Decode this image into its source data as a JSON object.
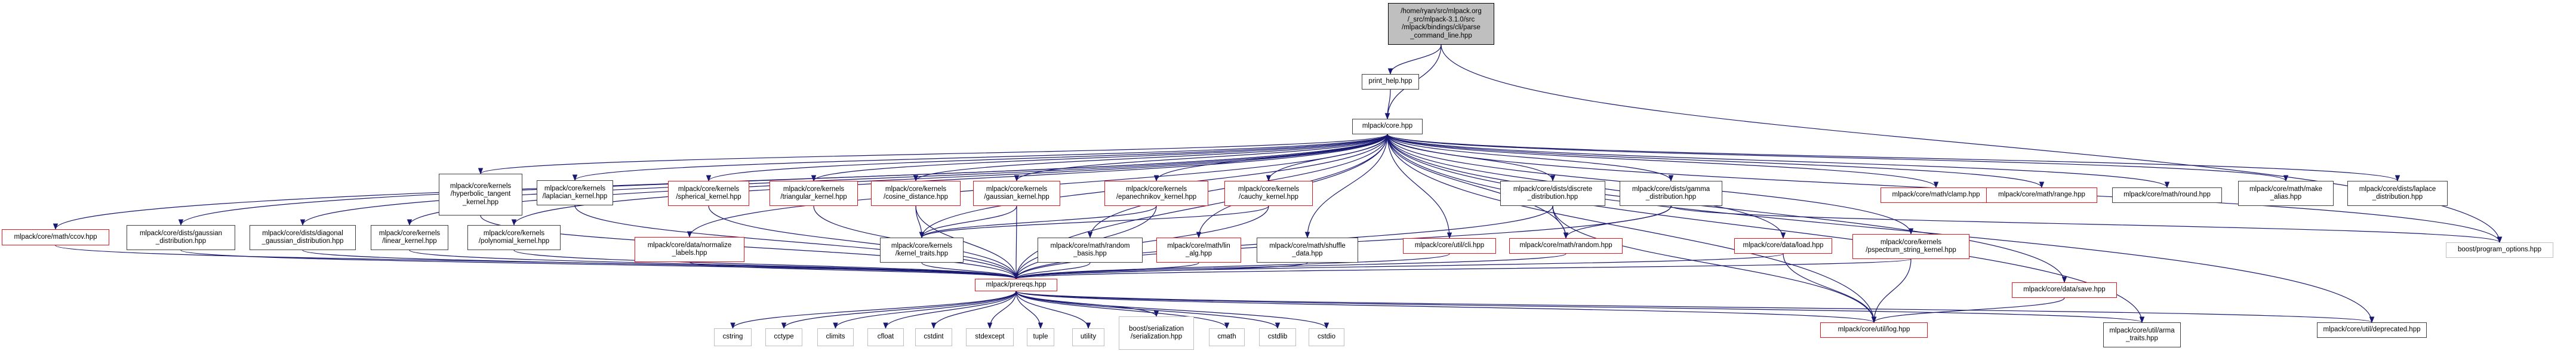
{
  "diagram": {
    "type": "include-dependency-graph",
    "edge_color": "#191970",
    "colors": {
      "root_fill": "#bfbfbf",
      "documented_border": "#404040",
      "undocumented_border": "#e0181c",
      "external_border": "#bfbfbf"
    },
    "nodes": [
      {
        "id": "root",
        "label": "/home/ryan/src/mlpack.org\n/_src/mlpack-3.1.0/src\n/mlpack/bindings/cli/parse\n_command_line.hpp",
        "kind": "root"
      },
      {
        "id": "print_help",
        "label": "print_help.hpp",
        "kind": "doc"
      },
      {
        "id": "core",
        "label": "mlpack/core.hpp",
        "kind": "doc"
      },
      {
        "id": "ccov",
        "label": "mlpack/core/math/ccov.hpp",
        "kind": "red"
      },
      {
        "id": "gauss_dist",
        "label": "mlpack/core/dists/gaussian\n_distribution.hpp",
        "kind": "doc"
      },
      {
        "id": "diag_gauss",
        "label": "mlpack/core/dists/diagonal\n_gaussian_distribution.hpp",
        "kind": "doc"
      },
      {
        "id": "linear_k",
        "label": "mlpack/core/kernels\n/linear_kernel.hpp",
        "kind": "doc"
      },
      {
        "id": "hyper_k",
        "label": "mlpack/core/kernels\n/hyperbolic_tangent\n_kernel.hpp",
        "kind": "doc"
      },
      {
        "id": "poly_k",
        "label": "mlpack/core/kernels\n/polynomial_kernel.hpp",
        "kind": "doc"
      },
      {
        "id": "lap_k",
        "label": "mlpack/core/kernels\n/laplacian_kernel.hpp",
        "kind": "doc"
      },
      {
        "id": "normlab",
        "label": "mlpack/core/data/normalize\n_labels.hpp",
        "kind": "red"
      },
      {
        "id": "sph_k",
        "label": "mlpack/core/kernels\n/spherical_kernel.hpp",
        "kind": "red"
      },
      {
        "id": "tri_k",
        "label": "mlpack/core/kernels\n/triangular_kernel.hpp",
        "kind": "red"
      },
      {
        "id": "cosd",
        "label": "mlpack/core/kernels\n/cosine_distance.hpp",
        "kind": "red"
      },
      {
        "id": "gauss_k",
        "label": "mlpack/core/kernels\n/gaussian_kernel.hpp",
        "kind": "red"
      },
      {
        "id": "ktraits",
        "label": "mlpack/core/kernels\n/kernel_traits.hpp",
        "kind": "doc"
      },
      {
        "id": "epan_k",
        "label": "mlpack/core/kernels\n/epanechnikov_kernel.hpp",
        "kind": "red"
      },
      {
        "id": "cauchy_k",
        "label": "mlpack/core/kernels\n/cauchy_kernel.hpp",
        "kind": "red"
      },
      {
        "id": "rbasis",
        "label": "mlpack/core/math/random\n_basis.hpp",
        "kind": "doc"
      },
      {
        "id": "linalg",
        "label": "mlpack/core/math/lin\n_alg.hpp",
        "kind": "red"
      },
      {
        "id": "shuffle",
        "label": "mlpack/core/math/shuffle\n_data.hpp",
        "kind": "doc"
      },
      {
        "id": "cli",
        "label": "mlpack/core/util/cli.hpp",
        "kind": "red"
      },
      {
        "id": "discrete",
        "label": "mlpack/core/dists/discrete\n_distribution.hpp",
        "kind": "doc"
      },
      {
        "id": "gamma",
        "label": "mlpack/core/dists/gamma\n_distribution.hpp",
        "kind": "doc"
      },
      {
        "id": "random",
        "label": "mlpack/core/math/random.hpp",
        "kind": "red"
      },
      {
        "id": "load",
        "label": "mlpack/core/data/load.hpp",
        "kind": "red"
      },
      {
        "id": "pspec",
        "label": "mlpack/core/kernels\n/pspectrum_string_kernel.hpp",
        "kind": "red"
      },
      {
        "id": "save",
        "label": "mlpack/core/data/save.hpp",
        "kind": "red"
      },
      {
        "id": "clamp",
        "label": "mlpack/core/math/clamp.hpp",
        "kind": "red"
      },
      {
        "id": "range",
        "label": "mlpack/core/math/range.hpp",
        "kind": "red"
      },
      {
        "id": "round",
        "label": "mlpack/core/math/round.hpp",
        "kind": "doc"
      },
      {
        "id": "makealias",
        "label": "mlpack/core/math/make\n_alias.hpp",
        "kind": "doc"
      },
      {
        "id": "laplace",
        "label": "mlpack/core/dists/laplace\n_distribution.hpp",
        "kind": "doc"
      },
      {
        "id": "progopts",
        "label": "boost/program_options.hpp",
        "kind": "gray"
      },
      {
        "id": "prereqs",
        "label": "mlpack/prereqs.hpp",
        "kind": "red"
      },
      {
        "id": "cstring",
        "label": "cstring",
        "kind": "gray"
      },
      {
        "id": "cctype",
        "label": "cctype",
        "kind": "gray"
      },
      {
        "id": "climits",
        "label": "climits",
        "kind": "gray"
      },
      {
        "id": "cfloat",
        "label": "cfloat",
        "kind": "gray"
      },
      {
        "id": "cstdint",
        "label": "cstdint",
        "kind": "gray"
      },
      {
        "id": "stdexcept",
        "label": "stdexcept",
        "kind": "gray"
      },
      {
        "id": "tuple",
        "label": "tuple",
        "kind": "gray"
      },
      {
        "id": "utility",
        "label": "utility",
        "kind": "gray"
      },
      {
        "id": "bser",
        "label": "boost/serialization\n/serialization.hpp",
        "kind": "gray"
      },
      {
        "id": "cmath",
        "label": "cmath",
        "kind": "gray"
      },
      {
        "id": "cstdlib",
        "label": "cstdlib",
        "kind": "gray"
      },
      {
        "id": "cstdio",
        "label": "cstdio",
        "kind": "gray"
      },
      {
        "id": "log",
        "label": "mlpack/core/util/log.hpp",
        "kind": "red"
      },
      {
        "id": "armatraits",
        "label": "mlpack/core/util/arma\n_traits.hpp",
        "kind": "doc"
      },
      {
        "id": "deprecated",
        "label": "mlpack/core/util/deprecated.hpp",
        "kind": "doc"
      }
    ],
    "edges": [
      [
        "root",
        "print_help"
      ],
      [
        "root",
        "core"
      ],
      [
        "root",
        "progopts"
      ],
      [
        "print_help",
        "core"
      ],
      [
        "core",
        "ccov"
      ],
      [
        "core",
        "gauss_dist"
      ],
      [
        "core",
        "diag_gauss"
      ],
      [
        "core",
        "linear_k"
      ],
      [
        "core",
        "hyper_k"
      ],
      [
        "core",
        "poly_k"
      ],
      [
        "core",
        "lap_k"
      ],
      [
        "core",
        "normlab"
      ],
      [
        "core",
        "sph_k"
      ],
      [
        "core",
        "tri_k"
      ],
      [
        "core",
        "cosd"
      ],
      [
        "core",
        "gauss_k"
      ],
      [
        "core",
        "ktraits"
      ],
      [
        "core",
        "epan_k"
      ],
      [
        "core",
        "cauchy_k"
      ],
      [
        "core",
        "rbasis"
      ],
      [
        "core",
        "linalg"
      ],
      [
        "core",
        "shuffle"
      ],
      [
        "core",
        "cli"
      ],
      [
        "core",
        "discrete"
      ],
      [
        "core",
        "gamma"
      ],
      [
        "core",
        "random"
      ],
      [
        "core",
        "load"
      ],
      [
        "core",
        "pspec"
      ],
      [
        "core",
        "save"
      ],
      [
        "core",
        "clamp"
      ],
      [
        "core",
        "range"
      ],
      [
        "core",
        "round"
      ],
      [
        "core",
        "makealias"
      ],
      [
        "core",
        "laplace"
      ],
      [
        "core",
        "progopts"
      ],
      [
        "core",
        "prereqs"
      ],
      [
        "core",
        "log"
      ],
      [
        "core",
        "armatraits"
      ],
      [
        "core",
        "deprecated"
      ],
      [
        "ccov",
        "prereqs"
      ],
      [
        "gauss_dist",
        "prereqs"
      ],
      [
        "diag_gauss",
        "prereqs"
      ],
      [
        "linear_k",
        "prereqs"
      ],
      [
        "hyper_k",
        "prereqs"
      ],
      [
        "poly_k",
        "prereqs"
      ],
      [
        "lap_k",
        "prereqs"
      ],
      [
        "normlab",
        "prereqs"
      ],
      [
        "sph_k",
        "prereqs"
      ],
      [
        "tri_k",
        "prereqs"
      ],
      [
        "cosd",
        "prereqs"
      ],
      [
        "cosd",
        "ktraits"
      ],
      [
        "gauss_k",
        "prereqs"
      ],
      [
        "gauss_k",
        "ktraits"
      ],
      [
        "epan_k",
        "prereqs"
      ],
      [
        "epan_k",
        "ktraits"
      ],
      [
        "cauchy_k",
        "prereqs"
      ],
      [
        "cauchy_k",
        "ktraits"
      ],
      [
        "ktraits",
        "prereqs"
      ],
      [
        "rbasis",
        "prereqs"
      ],
      [
        "linalg",
        "prereqs"
      ],
      [
        "shuffle",
        "prereqs"
      ],
      [
        "cli",
        "prereqs"
      ],
      [
        "discrete",
        "random"
      ],
      [
        "discrete",
        "prereqs"
      ],
      [
        "discrete",
        "log"
      ],
      [
        "gamma",
        "random"
      ],
      [
        "gamma",
        "prereqs"
      ],
      [
        "gamma",
        "progopts"
      ],
      [
        "random",
        "prereqs"
      ],
      [
        "load",
        "prereqs"
      ],
      [
        "load",
        "log"
      ],
      [
        "pspec",
        "prereqs"
      ],
      [
        "pspec",
        "log"
      ],
      [
        "save",
        "log"
      ],
      [
        "prereqs",
        "cstring"
      ],
      [
        "prereqs",
        "cctype"
      ],
      [
        "prereqs",
        "climits"
      ],
      [
        "prereqs",
        "cfloat"
      ],
      [
        "prereqs",
        "cstdint"
      ],
      [
        "prereqs",
        "stdexcept"
      ],
      [
        "prereqs",
        "tuple"
      ],
      [
        "prereqs",
        "utility"
      ],
      [
        "prereqs",
        "bser"
      ],
      [
        "prereqs",
        "cmath"
      ],
      [
        "prereqs",
        "cstdlib"
      ],
      [
        "prereqs",
        "cstdio"
      ],
      [
        "prereqs",
        "log"
      ],
      [
        "prereqs",
        "armatraits"
      ],
      [
        "prereqs",
        "deprecated"
      ]
    ]
  }
}
